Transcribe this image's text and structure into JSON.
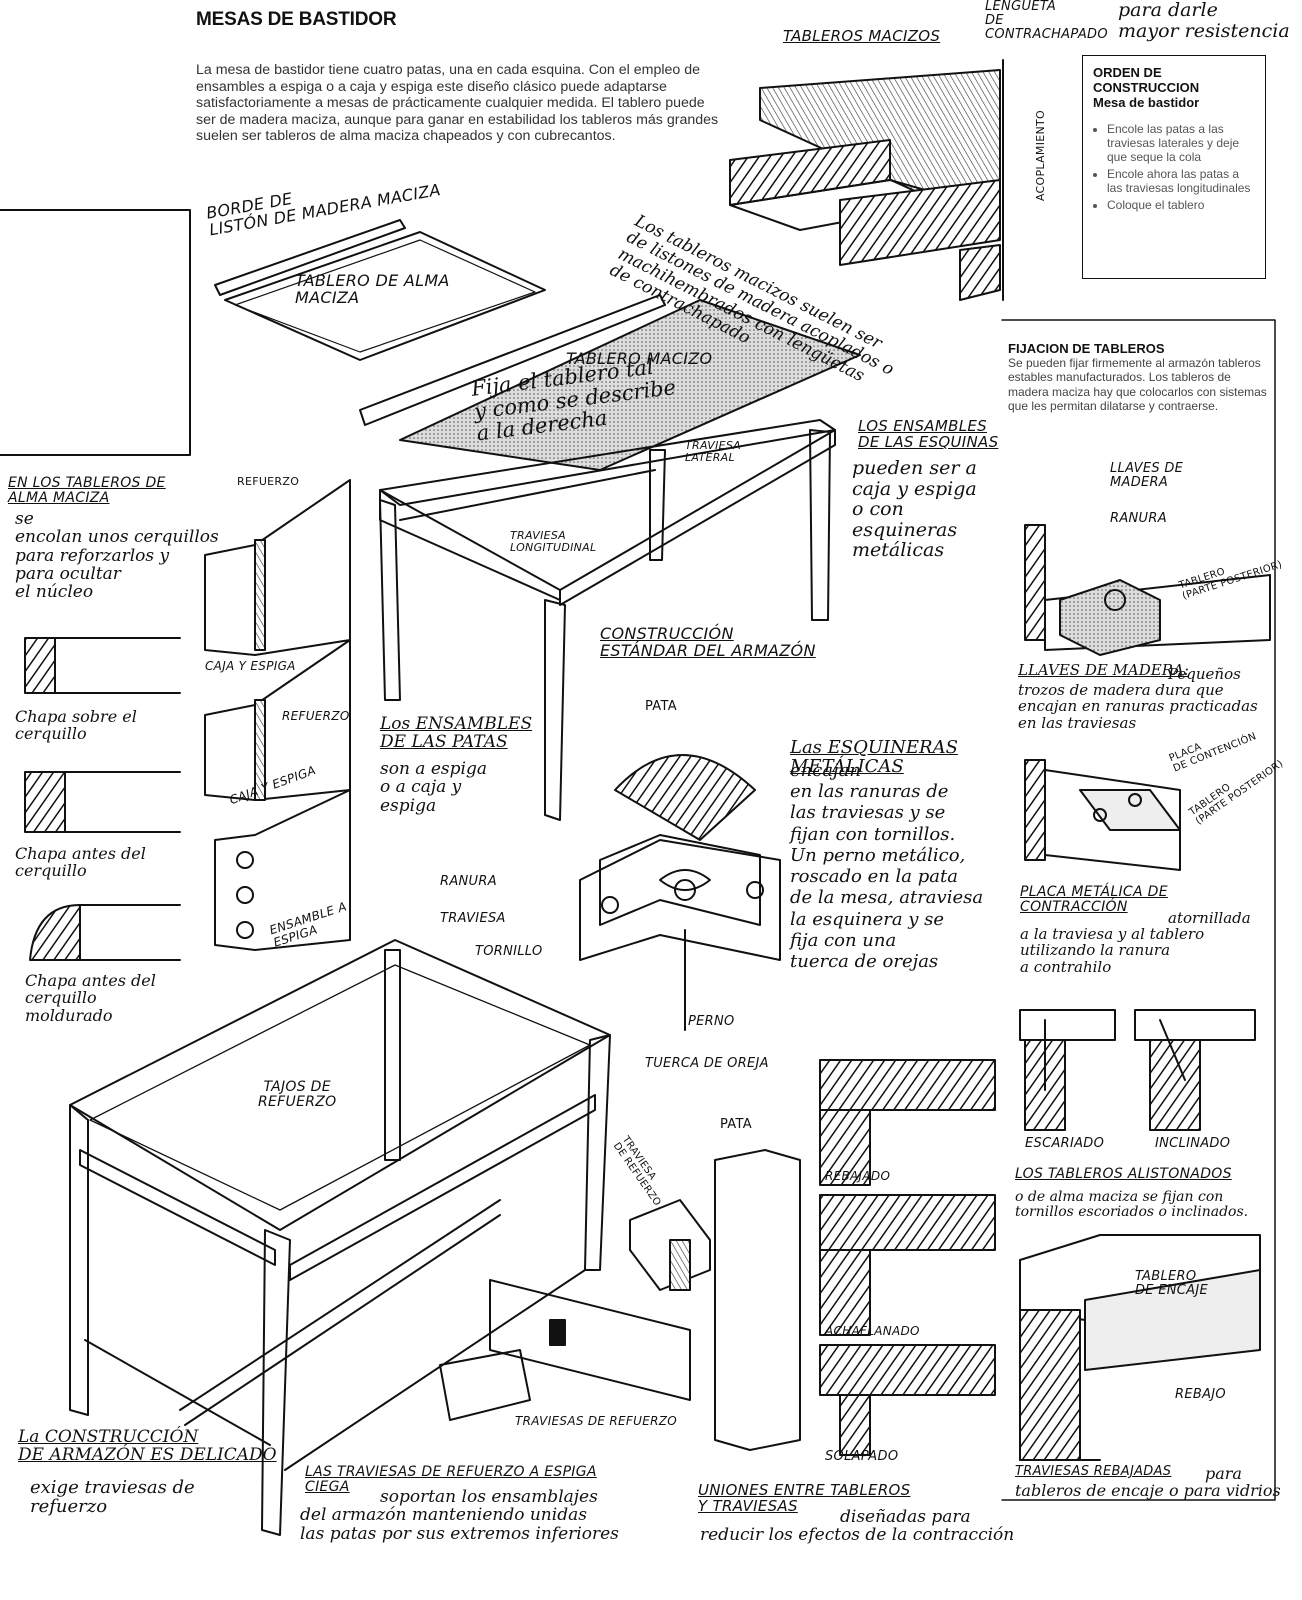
{
  "header": {
    "title": "MESAS DE BASTIDOR",
    "intro": "La mesa de bastidor tiene cuatro patas, una en cada esquina. Con el empleo de ensambles a espiga o a caja y espiga este diseño clásico puede adaptarse satisfactoriamente a mesas de prácticamente cualquier medida. El tablero puede ser de madera maciza, aunque para ganar en estabilidad los tableros más grandes suelen ser tableros de alma maciza chapeados y con cubrecantos."
  },
  "order_box": {
    "title": "ORDEN DE CONSTRUCCION",
    "subtitle": "Mesa de bastidor",
    "steps": [
      "Encole las patas a las traviesas laterales y deje que seque la cola",
      "Encole ahora las patas a las traviesas longitudinales",
      "Coloque el tablero"
    ]
  },
  "fix_box": {
    "title": "FIJACION DE TABLEROS",
    "text": "Se pueden fijar firmemente al armazón tableros estables manufacturados. Los tableros de madera maciza hay que colocarlos con sistemas que les permitan dilatarse y contraerse."
  },
  "labels": {
    "lengueta": "LENGÜETA\nDE\nCONTRACHAPADO",
    "lengueta_note": "para darle\nmayor resistencia",
    "tableros_macizos": "TABLEROS MACIZOS",
    "acoplamiento": "ACOPLAMIENTO",
    "tableros_macizos_note": "Los tableros macizos suelen ser\nde listones de madera acoplados o\nmachihembrados con lengüetas\nde contrachapado",
    "borde_liston": "BORDE DE\nLISTÓN DE MADERA MACIZA",
    "tablero_alma": "TABLERO DE ALMA\nMACIZA",
    "tablero_macizo": "TABLERO MACIZO",
    "tablero_macizo_note": "Fija el tablero tal\ny como se describe\na la derecha",
    "traviesa_lateral": "TRAVIESA\nLATERAL",
    "traviesa_longitudinal": "TRAVIESA\nLONGITUDINAL",
    "ensambles_esquinas": "LOS ENSAMBLES\nDE LAS ESQUINAS",
    "ensambles_esquinas_note": "pueden ser a\ncaja y espiga\no con\nesquineras\nmetálicas",
    "construccion_estandar": "CONSTRUCCIÓN\nESTÁNDAR DEL ARMAZÓN",
    "alma_maciza_note_title": "En LOS TABLEROS DE\nALMA MACIZA",
    "alma_maciza_note": "se\nencolan unos cerquillos\npara reforzarlos y\npara ocultar\nel núcleo",
    "refuerzo_1": "REFUERZO",
    "caja_espiga_1": "CAJA Y ESPIGA",
    "refuerzo_2": "REFUERZO",
    "caja_espiga_2": "CAJA Y ESPIGA",
    "ensamble_espiga": "ENSAMBLE A\nESPIGA",
    "ensambles_patas_title": "Los ENSAMBLES\nDE LAS PATAS",
    "ensambles_patas_note": "son a espiga\no a caja y\nespiga",
    "chapa_1": "Chapa sobre el\ncerquillo",
    "chapa_2": "Chapa antes del\ncerquillo",
    "chapa_3": "Chapa antes del\ncerquillo\nmoldurado",
    "pata": "PATA",
    "esquineras_title": "Las ESQUINERAS\nMETÁLICAS",
    "esquineras_note": "encajan\nen las ranuras de\nlas traviesas y se\nfijan con tornillos.\nUn perno metálico,\nroscado en la pata\nde la mesa, atraviesa\nla esquinera y se\nfija con una\ntuerca de orejas",
    "ranura": "RANURA",
    "traviesa": "TRAVIESA",
    "tornillo": "TORNILLO",
    "perno": "PERNO",
    "tuerca": "TUERCA DE OREJA",
    "llaves_madera": "LLAVES DE\nMADERA",
    "ranura_2": "RANURA",
    "tablero_posterior_1": "TABLERO\n(PARTE POSTERIOR)",
    "llaves_note_title": "LLAVES DE MADERA:",
    "llaves_note": "Pequeños\ntrozos de madera dura que\nencajan en ranuras practicadas\nen las traviesas",
    "placa_contencion": "PLACA\nDE CONTENCIÓN",
    "tablero_posterior_2": "TABLERO\n(PARTE POSTERIOR)",
    "placa_note_title": "PLACA METÁLICA DE\nCONTRACCIÓN",
    "placa_note": "atornillada\na la traviesa y al tablero\nutilizando la ranura\na contrahilo",
    "escariado": "ESCARIADO",
    "inclinado": "INCLINADO",
    "alistonados_title": "LOS TABLEROS ALISTONADOS",
    "alistonados_note": "o de alma maciza se fijan con\ntornillos escoriados o inclinados.",
    "tajos": "TAJOS DE\nREFUERZO",
    "traviesa_refuerzo": "TRAVIESA\nDE REFUERZO",
    "pata_2": "PATA",
    "rebajado": "REBAJADO",
    "achaflanado": "ACHAFLANADO",
    "solapado": "SOLAPADO",
    "tablero_encaje": "TABLERO\nDE ENCAJE",
    "rebajo": "REBAJO",
    "traviesas_refuerzo": "TRAVIESAS DE REFUERZO",
    "delicado_title": "La CONSTRUCCIÓN\nDE ARMAZÓN ES DELICADO",
    "delicado_note": "exige traviesas de\nrefuerzo",
    "ciega_title": "LAS TRAVIESAS DE REFUERZO A ESPIGA\nCIEGA",
    "ciega_note": "soportan los ensamblajes\ndel armazón manteniendo unidas\nlas patas por sus extremos inferiores",
    "uniones_title": "UNIONES ENTRE TABLEROS\nY TRAVIESAS",
    "uniones_note": "diseñadas para\nreducir los efectos de la contracción",
    "rebajadas_title": "TRAVIESAS REBAJADAS",
    "rebajadas_note": "para\ntableros de encaje o para vidrios"
  }
}
